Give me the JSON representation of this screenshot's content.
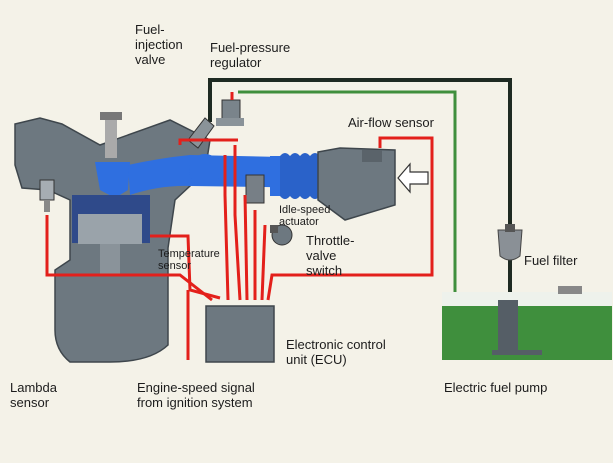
{
  "labels": {
    "fuel_injection_valve": "Fuel-\ninjection\nvalve",
    "fuel_pressure_regulator": "Fuel-pressure\nregulator",
    "air_flow_sensor": "Air-flow sensor",
    "idle_speed_actuator": "Idle-speed\nactuator",
    "throttle_valve_switch": "Throttle-\nvalve\nswitch",
    "temperature_sensor": "Temperature\nsensor",
    "fuel_filter": "Fuel filter",
    "ecu": "Electronic control\nunit (ECU)",
    "lambda_sensor": "Lambda\nsensor",
    "engine_speed_signal": "Engine-speed signal\nfrom ignition system",
    "electric_fuel_pump": "Electric fuel pump"
  },
  "colors": {
    "background": "#f4f2e8",
    "engine_gray": "#6d7880",
    "intake_blue": "#2f6fe0",
    "wire_red": "#e3201b",
    "fuel_green": "#3f8f3d",
    "fuel_line_dark": "#1e2a22"
  }
}
